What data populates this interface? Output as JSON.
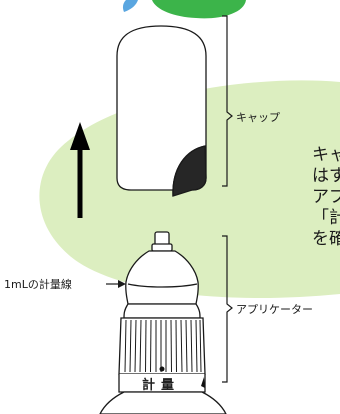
{
  "labels": {
    "cap": "キャップ",
    "measure_line": "1mLの計量線",
    "applicator": "アプリケーター"
  },
  "side_text": [
    "キャ",
    "はす",
    "アプ",
    "「計",
    "を確"
  ],
  "bottle_engraving": "計量",
  "colors": {
    "green_oval": "#dceec0",
    "top_green": "#3cb44a",
    "top_blue": "#5aa6e0",
    "outline": "#1a1a1a",
    "arrow": "#000000"
  }
}
